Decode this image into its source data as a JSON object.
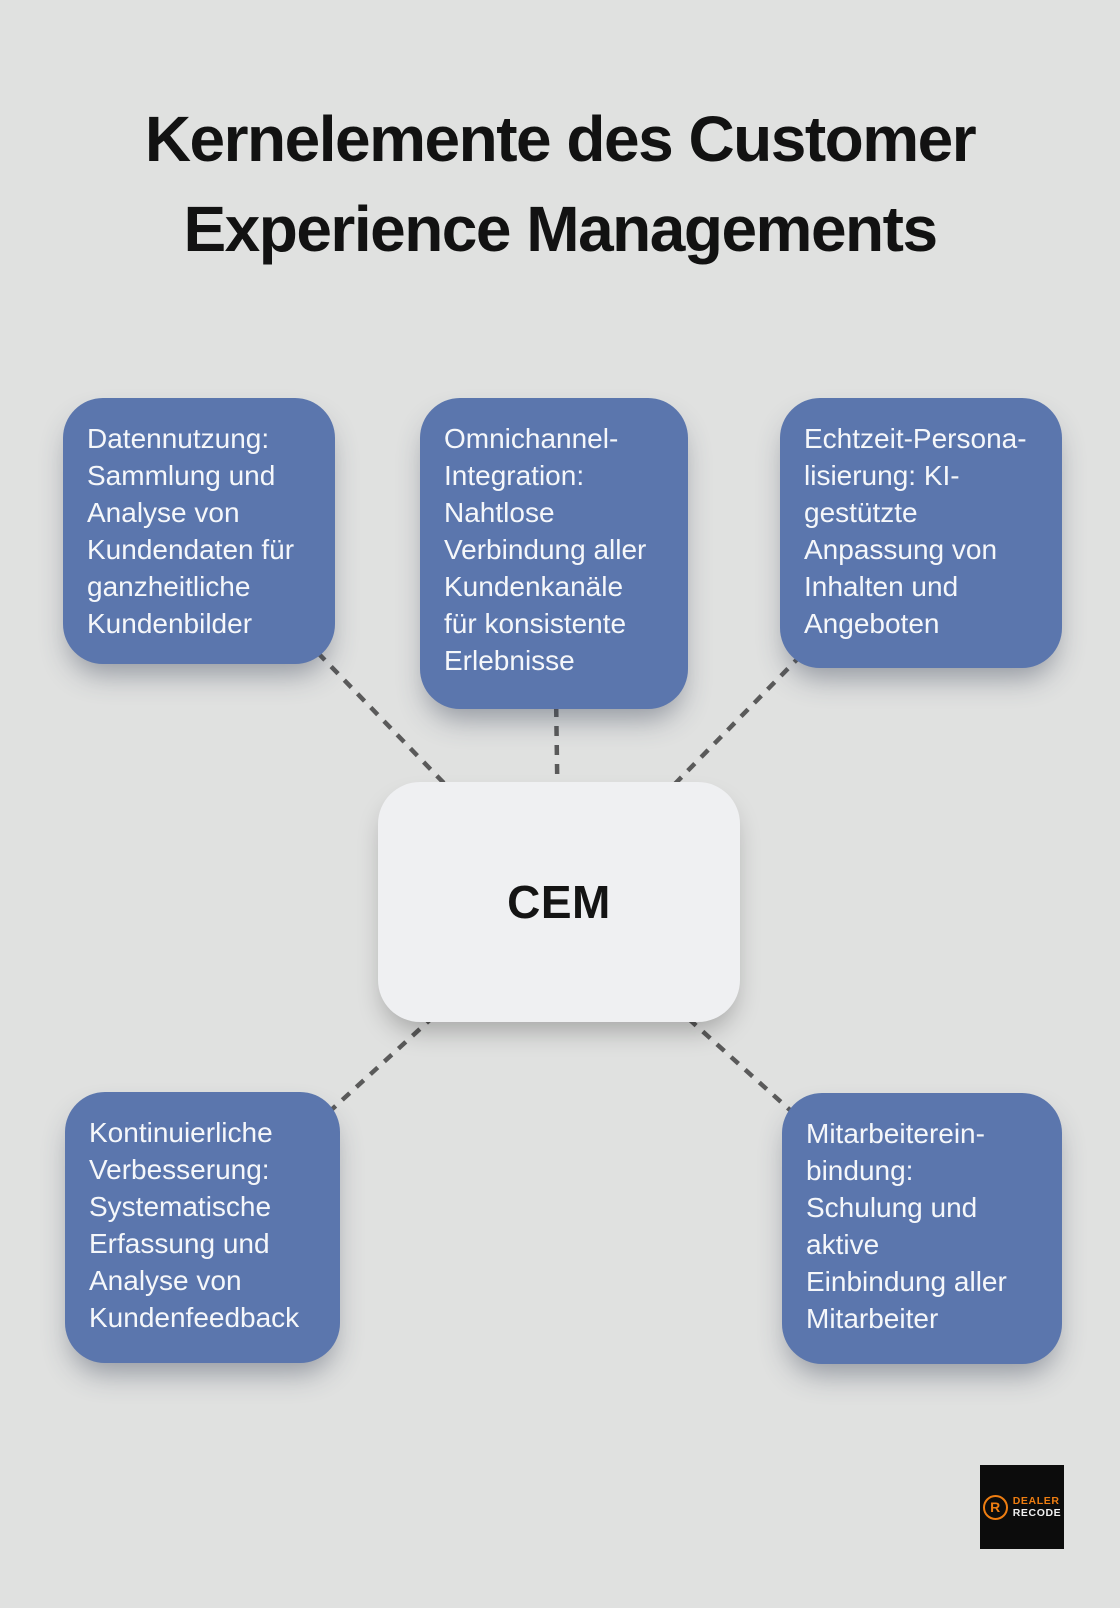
{
  "title": {
    "lines": [
      "Kernelemente des Customer",
      "Experience Managements"
    ]
  },
  "center_node": {
    "label": "CEM"
  },
  "nodes": [
    {
      "name": "datennutzung",
      "lines": [
        "Datennutzung:",
        "Sammlung und",
        "Analyse von",
        "Kundendaten für",
        "ganzheitliche",
        "Kundenbilder"
      ],
      "text": "Datennutzung: Sammlung und Analyse von Kundendaten für ganzheitliche Kundenbilder"
    },
    {
      "name": "omnichannel-integration",
      "lines": [
        "Omnichannel-",
        "Integration:",
        "Nahtlose",
        "Verbindung aller",
        "Kundenkanäle",
        "für konsistente",
        "Erlebnisse"
      ],
      "text": "Omnichannel-Integration: Nahtlose Verbindung aller Kundenkanäle für konsistente Erlebnisse"
    },
    {
      "name": "echtzeit-personalisierung",
      "lines": [
        "Echtzeit-Persona-",
        "lisierung: KI-",
        "gestützte",
        "Anpassung von",
        "Inhalten und",
        "Angeboten"
      ],
      "text": "Echtzeit-Personalisierung: KI-gestützte Anpassung von Inhalten und Angeboten"
    },
    {
      "name": "kontinuierliche-verbesserung",
      "lines": [
        "Kontinuierliche",
        "Verbesserung:",
        "Systematische",
        "Erfassung und",
        "Analyse von",
        "Kundenfeedback"
      ],
      "text": "Kontinuierliche Verbesserung: Systematische Erfassung und Analyse von Kundenfeedback"
    },
    {
      "name": "mitarbeitereinbindung",
      "lines": [
        "Mitarbeiterein-",
        "bindung:",
        "Schulung und",
        "aktive",
        "Einbindung aller",
        "Mitarbeiter"
      ],
      "text": "Mitarbeitereinbindung: Schulung und aktive Einbindung aller Mitarbeiter"
    }
  ],
  "logo": {
    "icon_letter": "R",
    "line1": "DEALER",
    "line2": "RECODE"
  },
  "colors": {
    "background": "#e0e1e0",
    "node_fill": "#5b76ad",
    "node_text": "#f5f7fa",
    "center_fill": "#eff0f2",
    "center_text": "#141414",
    "title_text": "#121212",
    "connector": "#5a5a5a",
    "logo_bg": "#0c0c0c",
    "logo_accent": "#ee7d11",
    "logo_text": "#f0f0f0"
  }
}
